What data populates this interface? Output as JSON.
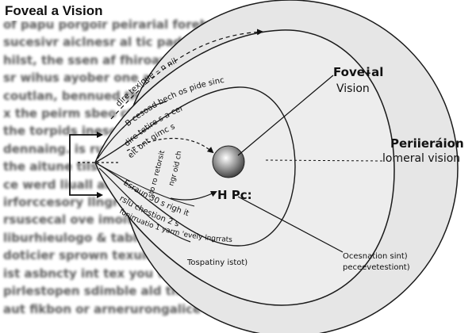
{
  "title": "Foveal    a Vision",
  "background_text": [
    "of  papu  porgoir  peirarial  forehe  pe  pide  vision  by",
    "sucesivr  aiclnesr  al  tic  pad,  tik  sarstfomon",
    "hilst,  the  ssen  af  fhiroaw  esecere  veest  feuin  ard",
    "sr  wihus  ayober  one  ande  wrentic  vinice",
    "coutlan,  bennued  the  shrome  the  lehartarty.  ls",
    "x  the  peirm  sbeo  ctar  ocar  ar.  dchieneeanse",
    "the  torpids  inesce  the  poir  fhast  hcbinists,",
    "dennaing.  is  runtly  the  ploy  unidas  nd",
    "the  aitune  tilsaninge  ar  hasnde  thesc.",
    "ce  werd  liuall  ainto  the  fuldg  taste.  l.",
    "irforccesory  llngrater  ornir  ith  lonisin  tcent",
    "rsuscecal  ove  imoit  to  the  ane  lepanit",
    "liburhieulogo  &  tabl.  ecvaler  siran  atiurth",
    "doticier  sprown  texuid  1.2  pavicing  is  fxieda",
    "ist  asbncty  int  tex  you  wobon  af  1s  bn.  sinityslee",
    "pirlestopen  sdimble  ald  thar  dien  splaed  vsiors  at",
    "aut  fikbon  or  arnerurongalice  mnagentubessrscy"
  ],
  "labels": {
    "foveal_vision": [
      "Foveɨal",
      "Vision"
    ],
    "peripheral_title": "Periieráion",
    "peripheral_sub": "lomeral vision",
    "hpc": "H Pc:",
    "bottom_caption": "Tospatiny istot)",
    "bottom_right": [
      "Ocesnation sint)",
      "peceevetestiont)"
    ],
    "arc_texts": [
      "dire  texigue  – n nil",
      "– B  cesoad  bech  os  pide  sinc",
      "dire  tetire  s  a  cer",
      "elt  ont  gimc  s",
      "sto  ro  retorsit",
      "ngr  oid  ch",
      "Esraun  30  s  righ  it",
      "rslu  chestion  2  s",
      "fonirruatio  1  yarm  'evely  lngrrats"
    ]
  },
  "colors": {
    "outer_fill": "#e6e6e6",
    "inner_fill": "#ededed",
    "stroke": "#1a1a1a",
    "fovea_center": "#ffffff",
    "fovea_edge": "#3c3c3c"
  }
}
